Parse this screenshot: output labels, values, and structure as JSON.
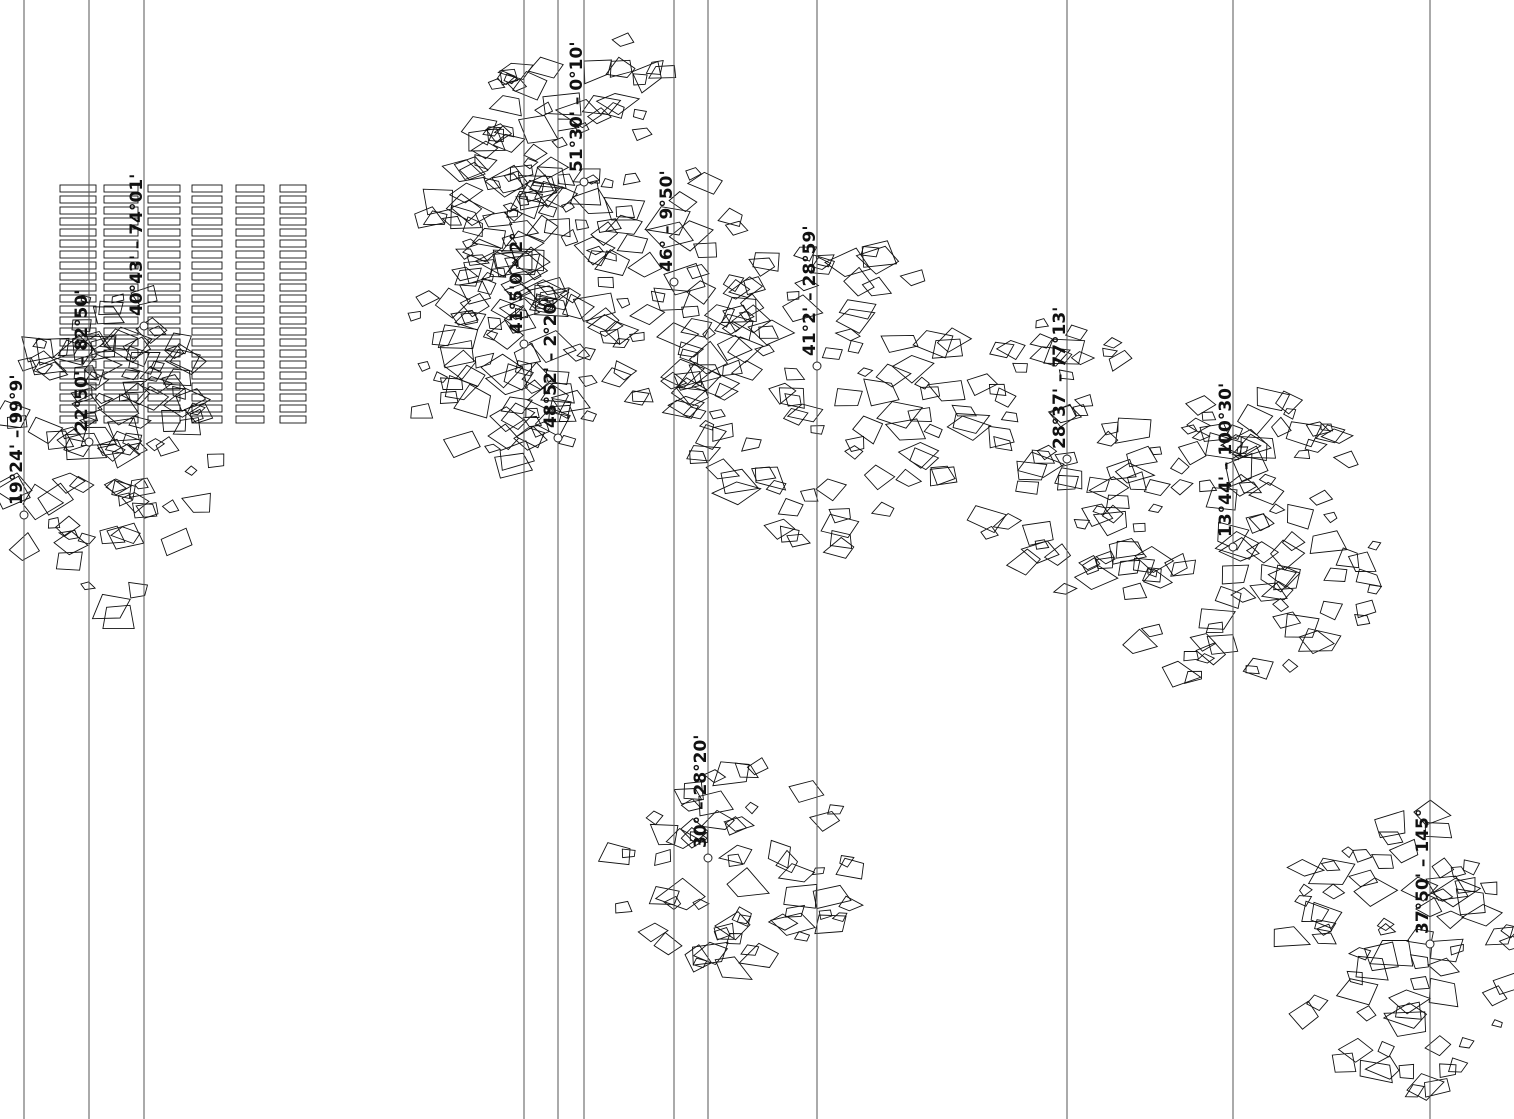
{
  "cities": [
    {
      "id": "mexico-city",
      "label": "19°24' – 99°9'"
    },
    {
      "id": "havana",
      "label": "22°50' – 82°50'"
    },
    {
      "id": "new-york",
      "label": "40°43' – 74°01'"
    },
    {
      "id": "barcelona",
      "label": "41°5'0 – 2°"
    },
    {
      "id": "paris",
      "label": "48°52' – 2°20'"
    },
    {
      "id": "london",
      "label": "51°30' – 0°10'"
    },
    {
      "id": "zurich",
      "label": "46° – 9°50'"
    },
    {
      "id": "istanbul",
      "label": "41°2' – 28°59'"
    },
    {
      "id": "cairo",
      "label": "30° – 28°20'"
    },
    {
      "id": "delhi",
      "label": "28°37' – 77°13'"
    },
    {
      "id": "bangkok",
      "label": "13°44' – 100°30'"
    },
    {
      "id": "melbourne",
      "label": "37°50' – 145°"
    }
  ]
}
